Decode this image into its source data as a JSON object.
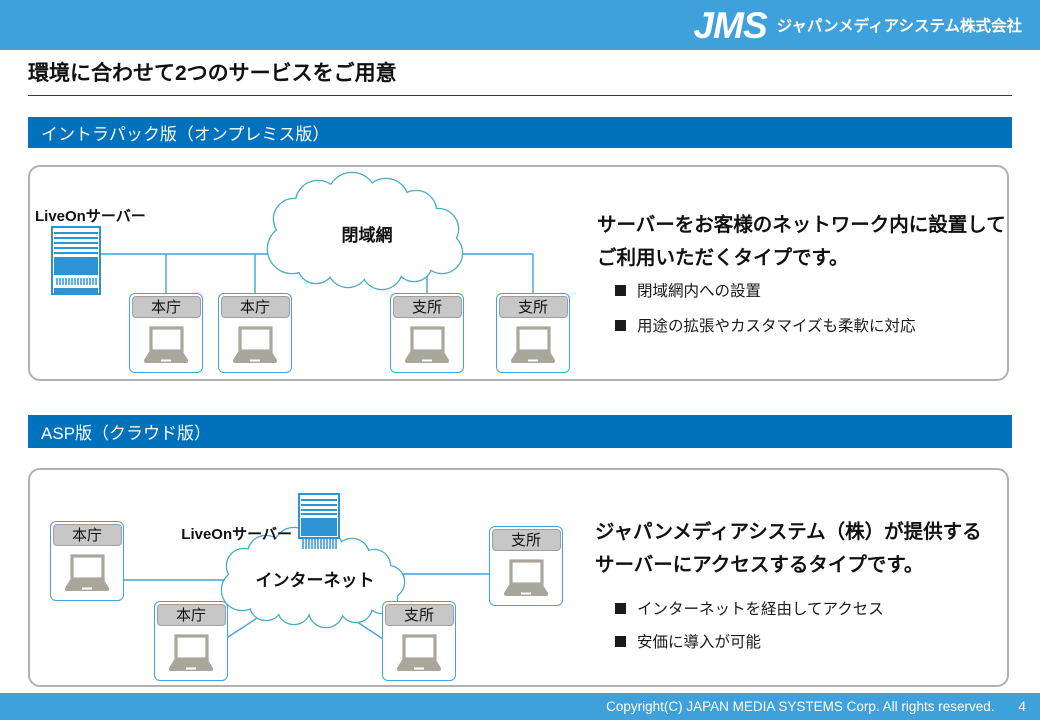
{
  "header": {
    "logo": "JMS",
    "company": "ジャパンメディアシステム株式会社"
  },
  "page_title": "環境に合わせて2つのサービスをご用意",
  "sections": [
    {
      "banner": "イントラパック版（オンプレミス版）",
      "server_label": "LiveOnサーバー",
      "cloud_label": "閉域網",
      "nodes": [
        "本庁",
        "本庁",
        "支所",
        "支所"
      ],
      "heading_lines": [
        "サーバーをお客様のネットワーク内に設置して",
        "ご利用いただくタイプです。"
      ],
      "bullets": [
        "閉域網内への設置",
        "用途の拡張やカスタマイズも柔軟に対応"
      ]
    },
    {
      "banner": "ASP版（クラウド版）",
      "server_label": "LiveOnサーバー",
      "cloud_label": "インターネット",
      "nodes": [
        "本庁",
        "支所",
        "本庁",
        "支所"
      ],
      "heading_lines": [
        "ジャパンメディアシステム（株）が提供する",
        "サーバーにアクセスするタイプです。"
      ],
      "bullets": [
        "インターネットを経由してアクセス",
        "安価に導入が可能"
      ]
    }
  ],
  "footer": {
    "copyright": "Copyright(C) JAPAN MEDIA SYSTEMS Corp. All rights reserved.",
    "page": "4"
  },
  "colors": {
    "header_blue": "#3FA1DB",
    "banner_blue": "#0071BC",
    "cloud_stroke": "#4BACC6",
    "connector_blue": "#3FA1DB",
    "server_blue": "#2E93D2",
    "laptop_gray": "#A9A79B",
    "panel_border": "#B0B0B0"
  }
}
